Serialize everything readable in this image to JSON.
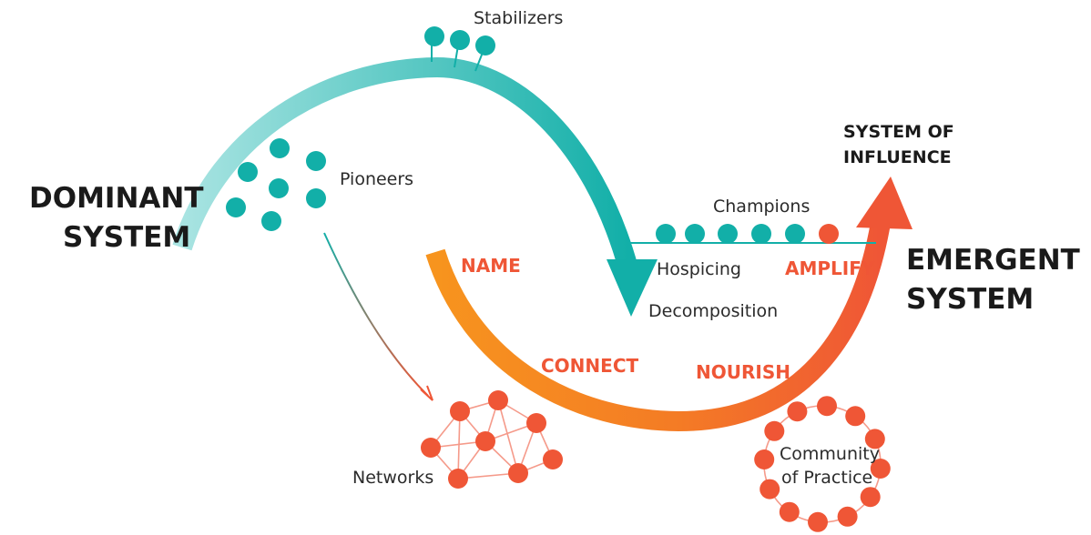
{
  "labels": {
    "stabilizers": "Stabilizers",
    "pioneers": "Pioneers",
    "dominant_line1": "DOMINANT",
    "dominant_line2": "SYSTEM",
    "system_of_influence_line1": "SYSTEM OF",
    "system_of_influence_line2": "INFLUENCE",
    "champions": "Champions",
    "hospicing": "Hospicing",
    "decomposition": "Decomposition",
    "emergent_line1": "EMERGENT",
    "emergent_line2": "SYSTEM",
    "name": "NAME",
    "connect": "CONNECT",
    "nourish": "NOURISH",
    "amplify": "AMPLIFY",
    "networks": "Networks",
    "community_line1": "Community",
    "community_line2": "of Practice"
  },
  "colors": {
    "teal": "#12AFA8",
    "teal_light": "#A9E4E2",
    "orange": "#F7941E",
    "red": "#EF5636",
    "link_pink": "#F59A8A",
    "text_dark": "#1a1a1a"
  }
}
